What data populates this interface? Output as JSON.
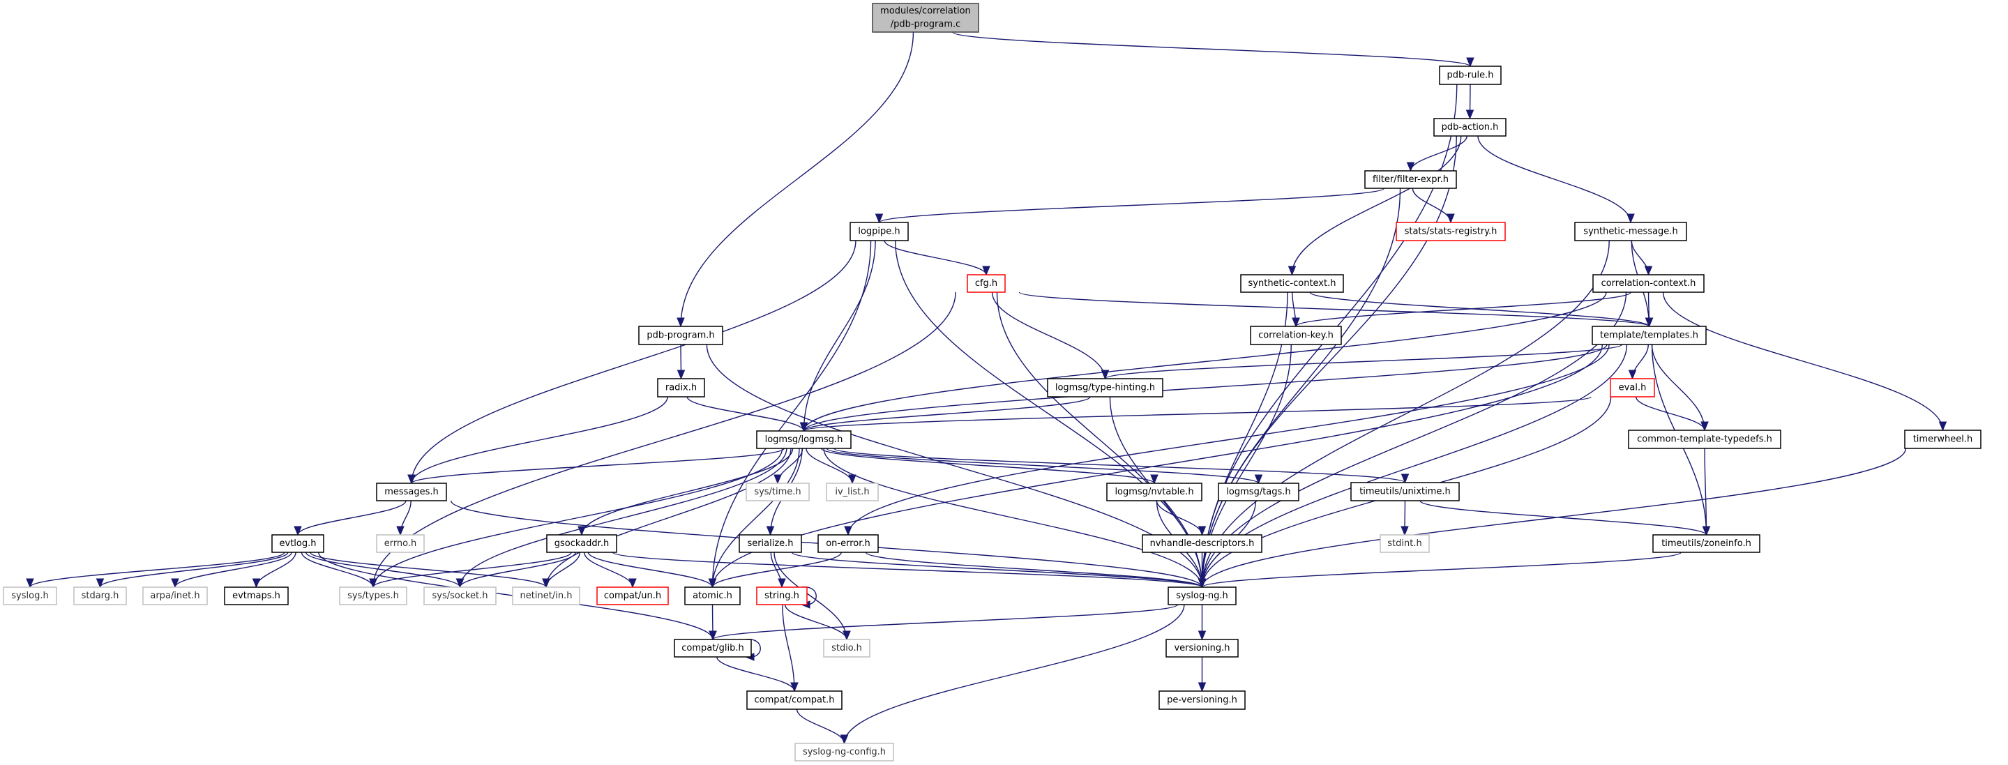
{
  "graph": {
    "edge_color": "#191970",
    "colors": {
      "normal_border": "#000000",
      "system_border": "#bfbfbf",
      "incomplete_border": "#ff0000",
      "root_fill": "#bfbfbf"
    },
    "nodes": [
      {
        "id": "root",
        "label": "modules/correlation",
        "label2": "/pdb-program.c",
        "kind": "root"
      },
      {
        "id": "pdbrule",
        "label": "pdb-rule.h",
        "kind": "normal"
      },
      {
        "id": "pdbaction",
        "label": "pdb-action.h",
        "kind": "normal"
      },
      {
        "id": "filterexpr",
        "label": "filter/filter-expr.h",
        "kind": "normal"
      },
      {
        "id": "statsreg",
        "label": "stats/stats-registry.h",
        "kind": "red"
      },
      {
        "id": "synmsg",
        "label": "synthetic-message.h",
        "kind": "normal"
      },
      {
        "id": "logpipe",
        "label": "logpipe.h",
        "kind": "normal"
      },
      {
        "id": "cfg",
        "label": "cfg.h",
        "kind": "red"
      },
      {
        "id": "synctx",
        "label": "synthetic-context.h",
        "kind": "normal"
      },
      {
        "id": "corrctx",
        "label": "correlation-context.h",
        "kind": "normal"
      },
      {
        "id": "pdbprogh",
        "label": "pdb-program.h",
        "kind": "normal"
      },
      {
        "id": "corrkey",
        "label": "correlation-key.h",
        "kind": "normal"
      },
      {
        "id": "templates",
        "label": "template/templates.h",
        "kind": "normal"
      },
      {
        "id": "radix",
        "label": "radix.h",
        "kind": "normal"
      },
      {
        "id": "typehint",
        "label": "logmsg/type-hinting.h",
        "kind": "normal"
      },
      {
        "id": "eval",
        "label": "eval.h",
        "kind": "red"
      },
      {
        "id": "logmsg",
        "label": "logmsg/logmsg.h",
        "kind": "normal"
      },
      {
        "id": "cttypedefs",
        "label": "common-template-typedefs.h",
        "kind": "normal"
      },
      {
        "id": "timerwheel",
        "label": "timerwheel.h",
        "kind": "normal"
      },
      {
        "id": "messages",
        "label": "messages.h",
        "kind": "normal"
      },
      {
        "id": "systime",
        "label": "sys/time.h",
        "kind": "sys"
      },
      {
        "id": "ivlist",
        "label": "iv_list.h",
        "kind": "sys"
      },
      {
        "id": "nvtable",
        "label": "logmsg/nvtable.h",
        "kind": "normal"
      },
      {
        "id": "tags",
        "label": "logmsg/tags.h",
        "kind": "normal"
      },
      {
        "id": "unixtime",
        "label": "timeutils/unixtime.h",
        "kind": "normal"
      },
      {
        "id": "evtlog",
        "label": "evtlog.h",
        "kind": "normal"
      },
      {
        "id": "errno",
        "label": "errno.h",
        "kind": "sys"
      },
      {
        "id": "gsockaddr",
        "label": "gsockaddr.h",
        "kind": "normal"
      },
      {
        "id": "serialize",
        "label": "serialize.h",
        "kind": "normal"
      },
      {
        "id": "onerror",
        "label": "on-error.h",
        "kind": "normal"
      },
      {
        "id": "nvhandle",
        "label": "nvhandle-descriptors.h",
        "kind": "normal"
      },
      {
        "id": "stdint",
        "label": "stdint.h",
        "kind": "sys"
      },
      {
        "id": "zoneinfo",
        "label": "timeutils/zoneinfo.h",
        "kind": "normal"
      },
      {
        "id": "syslogh",
        "label": "syslog.h",
        "kind": "sys"
      },
      {
        "id": "stdarg",
        "label": "stdarg.h",
        "kind": "sys"
      },
      {
        "id": "arpainet",
        "label": "arpa/inet.h",
        "kind": "sys"
      },
      {
        "id": "evtmaps",
        "label": "evtmaps.h",
        "kind": "normal"
      },
      {
        "id": "systypes",
        "label": "sys/types.h",
        "kind": "sys"
      },
      {
        "id": "syssocket",
        "label": "sys/socket.h",
        "kind": "sys"
      },
      {
        "id": "netinet",
        "label": "netinet/in.h",
        "kind": "sys"
      },
      {
        "id": "compatun",
        "label": "compat/un.h",
        "kind": "red"
      },
      {
        "id": "atomic",
        "label": "atomic.h",
        "kind": "normal"
      },
      {
        "id": "string",
        "label": "string.h",
        "kind": "red"
      },
      {
        "id": "syslogng",
        "label": "syslog-ng.h",
        "kind": "normal"
      },
      {
        "id": "glib",
        "label": "compat/glib.h",
        "kind": "normal"
      },
      {
        "id": "stdio",
        "label": "stdio.h",
        "kind": "sys"
      },
      {
        "id": "versioning",
        "label": "versioning.h",
        "kind": "normal"
      },
      {
        "id": "compat",
        "label": "compat/compat.h",
        "kind": "normal"
      },
      {
        "id": "peversioning",
        "label": "pe-versioning.h",
        "kind": "normal"
      },
      {
        "id": "sngconfig",
        "label": "syslog-ng-config.h",
        "kind": "sys"
      }
    ],
    "edges": [
      [
        "root",
        "pdbrule"
      ],
      [
        "root",
        "pdbprogh"
      ],
      [
        "pdbrule",
        "pdbaction"
      ],
      [
        "pdbrule",
        "syslogng"
      ],
      [
        "pdbaction",
        "filterexpr"
      ],
      [
        "pdbaction",
        "synctx"
      ],
      [
        "pdbaction",
        "syslogng"
      ],
      [
        "pdbaction",
        "synmsg"
      ],
      [
        "filterexpr",
        "logpipe"
      ],
      [
        "filterexpr",
        "statsreg"
      ],
      [
        "filterexpr",
        "syslogng"
      ],
      [
        "logpipe",
        "cfg"
      ],
      [
        "logpipe",
        "messages"
      ],
      [
        "logpipe",
        "logmsg"
      ],
      [
        "logpipe",
        "atomic"
      ],
      [
        "logpipe",
        "syslogng"
      ],
      [
        "cfg",
        "systypes"
      ],
      [
        "cfg",
        "typehint"
      ],
      [
        "cfg",
        "templates"
      ],
      [
        "cfg",
        "syslogng"
      ],
      [
        "synmsg",
        "corrctx"
      ],
      [
        "synmsg",
        "templates"
      ],
      [
        "synmsg",
        "syslogng"
      ],
      [
        "synctx",
        "corrkey"
      ],
      [
        "synctx",
        "templates"
      ],
      [
        "synctx",
        "syslogng"
      ],
      [
        "corrctx",
        "corrkey"
      ],
      [
        "corrctx",
        "templates"
      ],
      [
        "corrctx",
        "logmsg"
      ],
      [
        "corrctx",
        "timerwheel"
      ],
      [
        "corrctx",
        "syslogng"
      ],
      [
        "corrkey",
        "syslogng"
      ],
      [
        "templates",
        "typehint"
      ],
      [
        "templates",
        "eval"
      ],
      [
        "templates",
        "cttypedefs"
      ],
      [
        "templates",
        "zoneinfo"
      ],
      [
        "templates",
        "atomic"
      ],
      [
        "templates",
        "onerror"
      ],
      [
        "templates",
        "logmsg"
      ],
      [
        "templates",
        "syslogng"
      ],
      [
        "pdbprogh",
        "radix"
      ],
      [
        "pdbprogh",
        "syslogng"
      ],
      [
        "radix",
        "messages"
      ],
      [
        "radix",
        "logmsg"
      ],
      [
        "typehint",
        "logmsg"
      ],
      [
        "typehint",
        "syslogng"
      ],
      [
        "eval",
        "logmsg"
      ],
      [
        "eval",
        "cttypedefs"
      ],
      [
        "eval",
        "syslogng"
      ],
      [
        "cttypedefs",
        "zoneinfo"
      ],
      [
        "timerwheel",
        "syslogng"
      ],
      [
        "logmsg",
        "messages"
      ],
      [
        "logmsg",
        "systime"
      ],
      [
        "logmsg",
        "ivlist"
      ],
      [
        "logmsg",
        "nvtable"
      ],
      [
        "logmsg",
        "tags"
      ],
      [
        "logmsg",
        "unixtime"
      ],
      [
        "logmsg",
        "serialize"
      ],
      [
        "logmsg",
        "gsockaddr"
      ],
      [
        "logmsg",
        "atomic"
      ],
      [
        "logmsg",
        "systypes"
      ],
      [
        "logmsg",
        "syssocket"
      ],
      [
        "logmsg",
        "netinet"
      ],
      [
        "logmsg",
        "syslogng"
      ],
      [
        "messages",
        "evtlog"
      ],
      [
        "messages",
        "errno"
      ],
      [
        "messages",
        "syslogng"
      ],
      [
        "evtlog",
        "syslogh"
      ],
      [
        "evtlog",
        "stdarg"
      ],
      [
        "evtlog",
        "arpainet"
      ],
      [
        "evtlog",
        "evtmaps"
      ],
      [
        "evtlog",
        "systypes"
      ],
      [
        "evtlog",
        "syssocket"
      ],
      [
        "evtlog",
        "netinet"
      ],
      [
        "evtlog",
        "glib"
      ],
      [
        "gsockaddr",
        "systypes"
      ],
      [
        "gsockaddr",
        "syssocket"
      ],
      [
        "gsockaddr",
        "netinet"
      ],
      [
        "gsockaddr",
        "compatun"
      ],
      [
        "gsockaddr",
        "atomic"
      ],
      [
        "gsockaddr",
        "syslogng"
      ],
      [
        "serialize",
        "string"
      ],
      [
        "serialize",
        "stdio"
      ],
      [
        "serialize",
        "syslogng"
      ],
      [
        "onerror",
        "atomic"
      ],
      [
        "onerror",
        "syslogng"
      ],
      [
        "nvtable",
        "nvhandle"
      ],
      [
        "nvtable",
        "syslogng"
      ],
      [
        "nvhandle",
        "syslogng"
      ],
      [
        "tags",
        "syslogng"
      ],
      [
        "unixtime",
        "stdint"
      ],
      [
        "unixtime",
        "zoneinfo"
      ],
      [
        "zoneinfo",
        "syslogng"
      ],
      [
        "atomic",
        "glib"
      ],
      [
        "string",
        "string"
      ],
      [
        "string",
        "stdio"
      ],
      [
        "string",
        "compat"
      ],
      [
        "glib",
        "glib"
      ],
      [
        "glib",
        "compat"
      ],
      [
        "compat",
        "sngconfig"
      ],
      [
        "syslogng",
        "glib"
      ],
      [
        "syslogng",
        "versioning"
      ],
      [
        "syslogng",
        "sngconfig"
      ],
      [
        "versioning",
        "peversioning"
      ]
    ]
  }
}
